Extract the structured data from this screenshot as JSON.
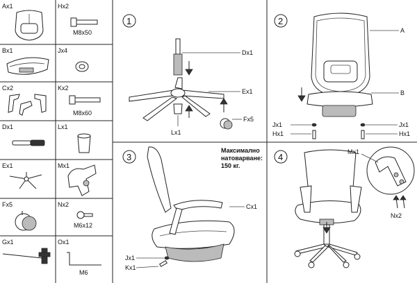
{
  "parts": {
    "ax1": "Ax1",
    "bx1": "Bx1",
    "cx2": "Cx2",
    "dx1": "Dx1",
    "ex1": "Ex1",
    "fx5": "Fx5",
    "gx1": "Gx1",
    "hx2": "Hx2",
    "hx2_size": "M8x50",
    "jx4": "Jx4",
    "kx2": "Kx2",
    "kx2_size": "M8x60",
    "lx1": "Lx1",
    "mx1": "Mx1",
    "nx2": "Nx2",
    "nx2_size": "M6x12",
    "ox1": "Ox1",
    "ox1_size": "M6"
  },
  "steps": {
    "s1": {
      "number": "1",
      "dx1": "Dx1",
      "ex1": "Ex1",
      "lx1": "Lx1",
      "fx5": "Fx5"
    },
    "s2": {
      "number": "2",
      "a": "A",
      "b": "B",
      "jx1_l": "Jx1",
      "hx1_l": "Hx1",
      "jx1_r": "Jx1",
      "hx1_r": "Hx1"
    },
    "s3": {
      "number": "3",
      "note_1": "Максимално",
      "note_2": "натоварване:",
      "note_3": "150 кг.",
      "cx1": "Cx1",
      "jx1": "Jx1",
      "kx1": "Kx1"
    },
    "s4": {
      "number": "4",
      "mx1": "Mx1",
      "nx2": "Nx2"
    }
  }
}
